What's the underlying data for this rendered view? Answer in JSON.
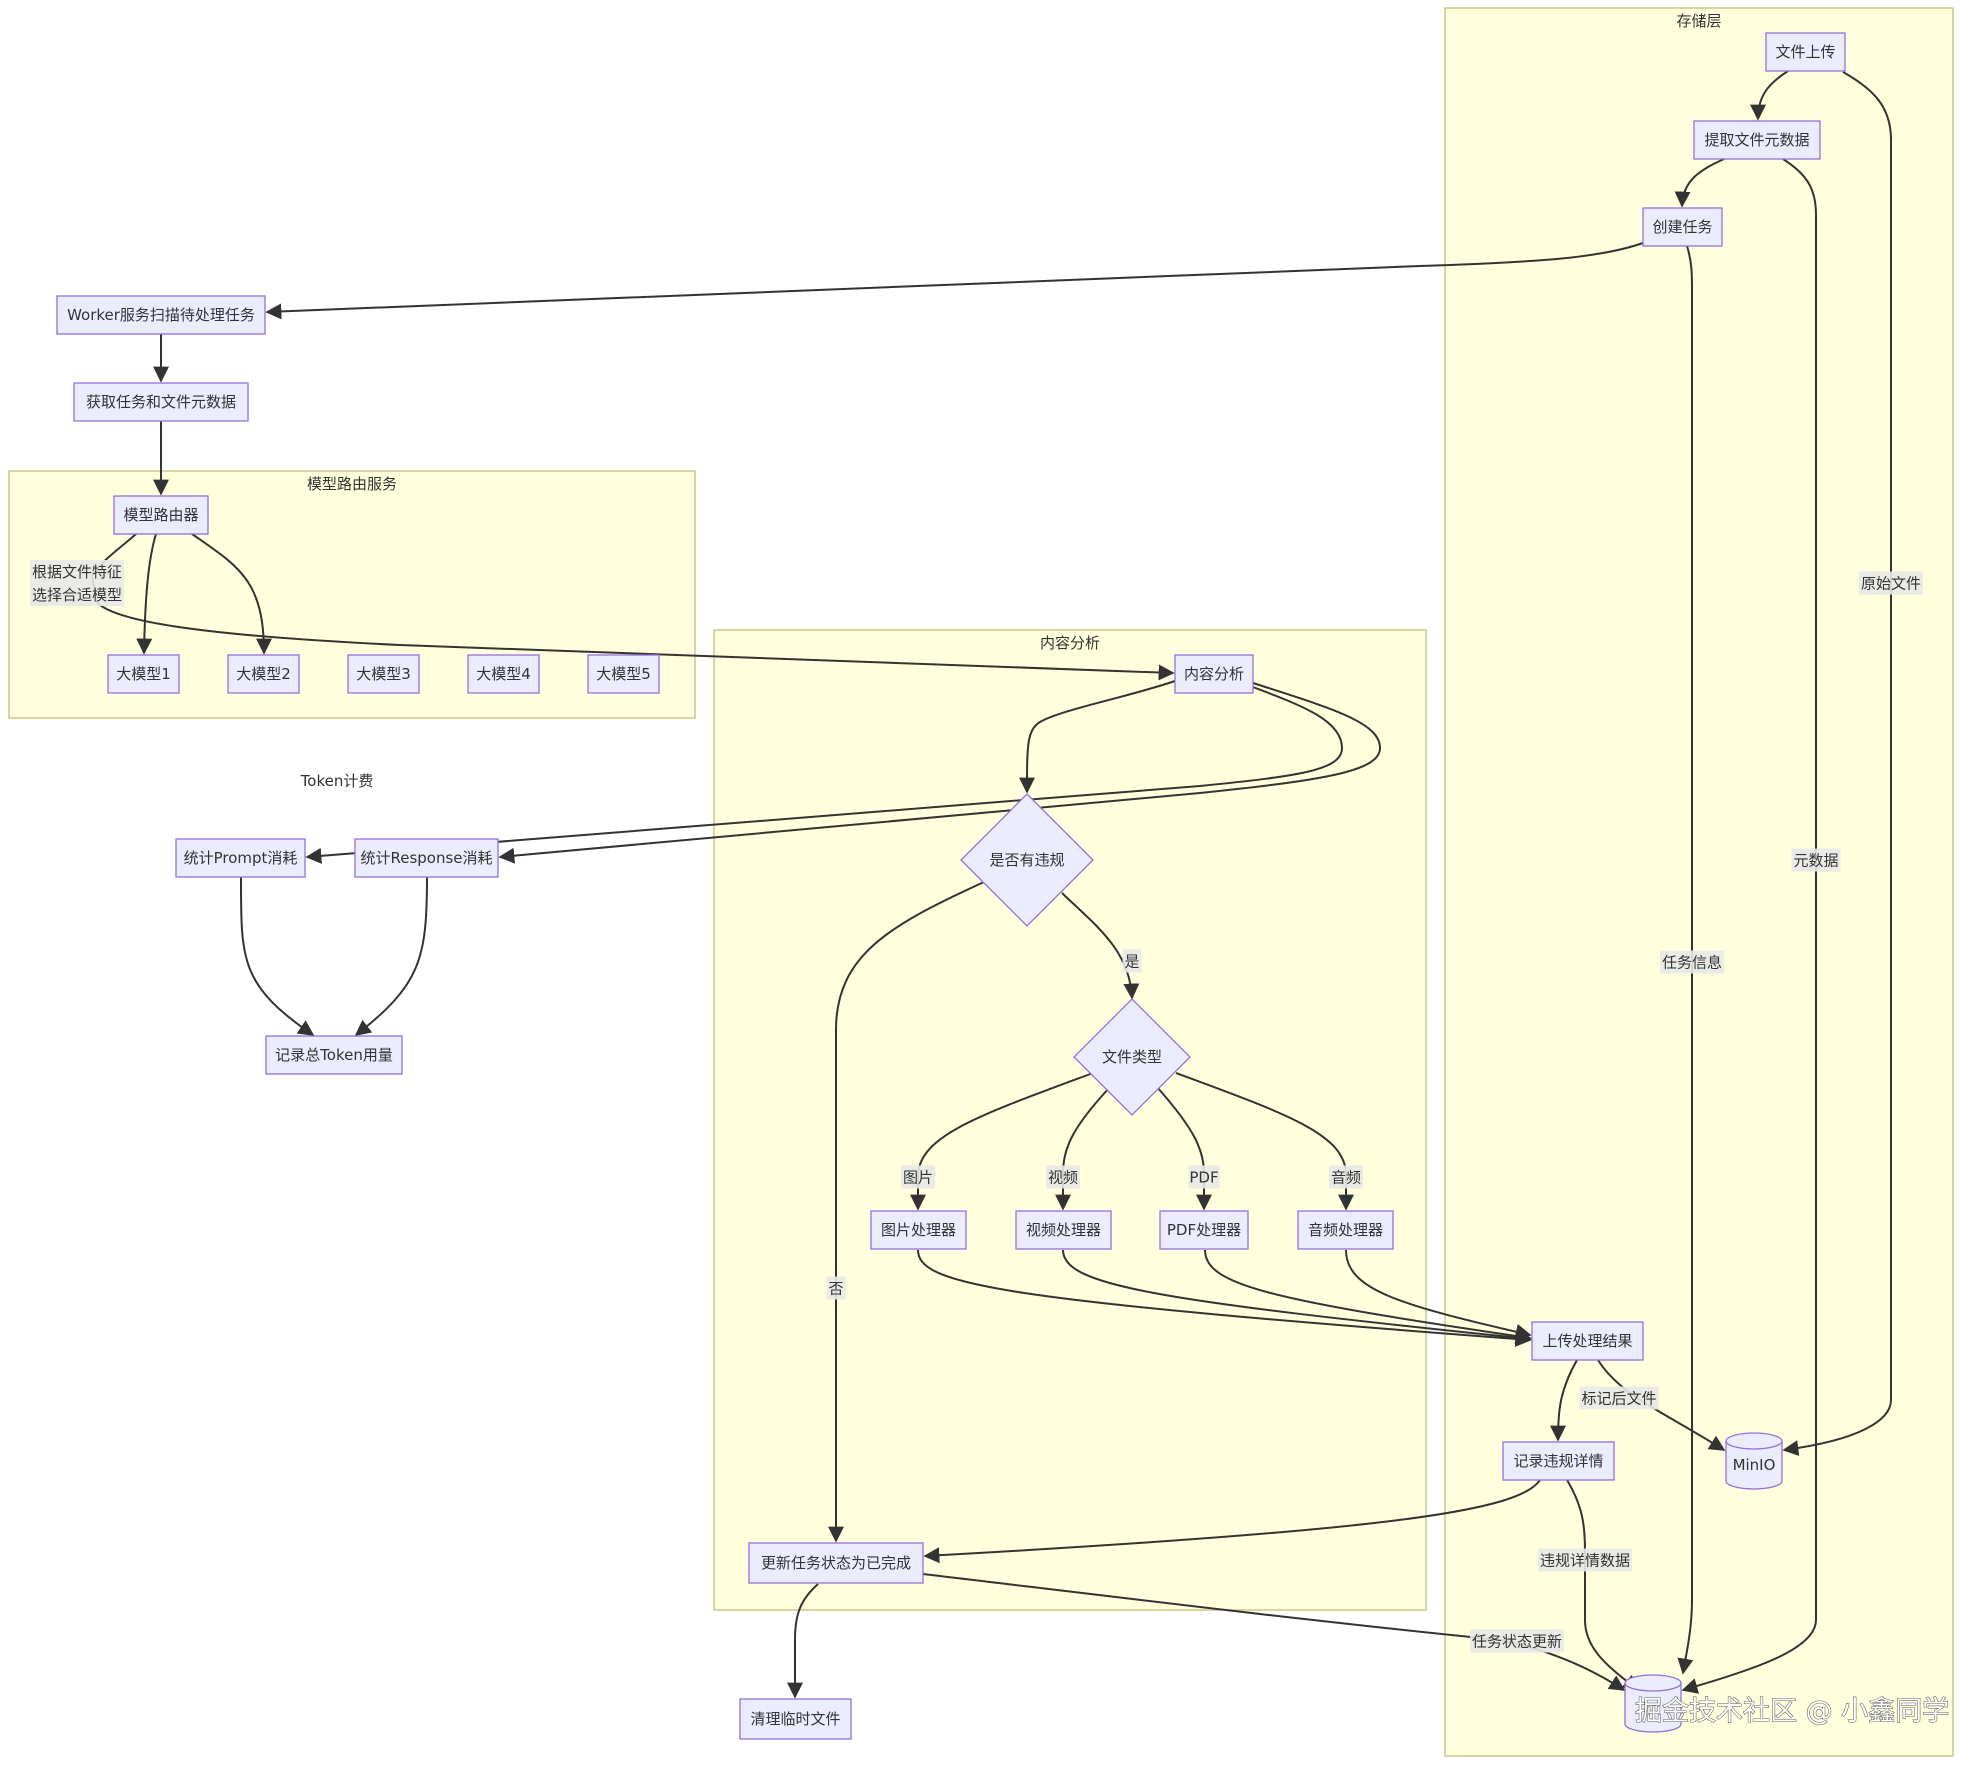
{
  "diagram": {
    "type": "flowchart",
    "groups": [
      {
        "id": "storage",
        "title": "存储层"
      },
      {
        "id": "router",
        "title": "模型路由服务"
      },
      {
        "id": "analysis",
        "title": "内容分析"
      },
      {
        "id": "token",
        "title": "Token计费"
      }
    ],
    "nodes": [
      {
        "id": "upload",
        "label": "文件上传",
        "shape": "rect",
        "group": "storage"
      },
      {
        "id": "extract_meta",
        "label": "提取文件元数据",
        "shape": "rect",
        "group": "storage"
      },
      {
        "id": "create_task",
        "label": "创建任务",
        "shape": "rect",
        "group": "storage"
      },
      {
        "id": "worker_scan",
        "label": "Worker服务扫描待处理任务",
        "shape": "rect",
        "group": null
      },
      {
        "id": "fetch_task",
        "label": "获取任务和文件元数据",
        "shape": "rect",
        "group": null
      },
      {
        "id": "model_router",
        "label": "模型路由器",
        "shape": "rect",
        "group": "router"
      },
      {
        "id": "llm1",
        "label": "大模型1",
        "shape": "rect",
        "group": "router"
      },
      {
        "id": "llm2",
        "label": "大模型2",
        "shape": "rect",
        "group": "router"
      },
      {
        "id": "llm3",
        "label": "大模型3",
        "shape": "rect",
        "group": "router"
      },
      {
        "id": "llm4",
        "label": "大模型4",
        "shape": "rect",
        "group": "router"
      },
      {
        "id": "llm5",
        "label": "大模型5",
        "shape": "rect",
        "group": "router"
      },
      {
        "id": "content_analysis",
        "label": "内容分析",
        "shape": "rect",
        "group": "analysis"
      },
      {
        "id": "has_violation",
        "label": "是否有违规",
        "shape": "diamond",
        "group": "analysis"
      },
      {
        "id": "file_type",
        "label": "文件类型",
        "shape": "diamond",
        "group": "analysis"
      },
      {
        "id": "image_proc",
        "label": "图片处理器",
        "shape": "rect",
        "group": "analysis"
      },
      {
        "id": "video_proc",
        "label": "视频处理器",
        "shape": "rect",
        "group": "analysis"
      },
      {
        "id": "pdf_proc",
        "label": "PDF处理器",
        "shape": "rect",
        "group": "analysis"
      },
      {
        "id": "audio_proc",
        "label": "音频处理器",
        "shape": "rect",
        "group": "analysis"
      },
      {
        "id": "update_status",
        "label": "更新任务状态为已完成",
        "shape": "rect",
        "group": "analysis"
      },
      {
        "id": "cleanup",
        "label": "清理临时文件",
        "shape": "rect",
        "group": null
      },
      {
        "id": "prompt_count",
        "label": "统计Prompt消耗",
        "shape": "rect",
        "group": "token"
      },
      {
        "id": "response_count",
        "label": "统计Response消耗",
        "shape": "rect",
        "group": "token"
      },
      {
        "id": "total_token",
        "label": "记录总Token用量",
        "shape": "rect",
        "group": "token"
      },
      {
        "id": "upload_result",
        "label": "上传处理结果",
        "shape": "rect",
        "group": "storage"
      },
      {
        "id": "record_violation",
        "label": "记录违规详情",
        "shape": "rect",
        "group": "storage"
      },
      {
        "id": "minio",
        "label": "MinIO",
        "shape": "cylinder",
        "group": "storage"
      },
      {
        "id": "db",
        "label": "",
        "shape": "cylinder",
        "group": "storage"
      }
    ],
    "edges": [
      {
        "from": "upload",
        "to": "extract_meta",
        "label": ""
      },
      {
        "from": "extract_meta",
        "to": "create_task",
        "label": ""
      },
      {
        "from": "upload",
        "to": "minio",
        "label": "原始文件"
      },
      {
        "from": "extract_meta",
        "to": "db",
        "label": "元数据"
      },
      {
        "from": "create_task",
        "to": "db",
        "label": "任务信息"
      },
      {
        "from": "create_task",
        "to": "worker_scan",
        "label": ""
      },
      {
        "from": "worker_scan",
        "to": "fetch_task",
        "label": ""
      },
      {
        "from": "fetch_task",
        "to": "model_router",
        "label": ""
      },
      {
        "from": "model_router",
        "to": "llm1",
        "label": ""
      },
      {
        "from": "model_router",
        "to": "llm2",
        "label": ""
      },
      {
        "from": "model_router",
        "to": "content_analysis",
        "label": "根据文件特征\n选择合适模型"
      },
      {
        "from": "content_analysis",
        "to": "has_violation",
        "label": ""
      },
      {
        "from": "content_analysis",
        "to": "prompt_count",
        "label": ""
      },
      {
        "from": "content_analysis",
        "to": "response_count",
        "label": ""
      },
      {
        "from": "prompt_count",
        "to": "total_token",
        "label": ""
      },
      {
        "from": "response_count",
        "to": "total_token",
        "label": ""
      },
      {
        "from": "has_violation",
        "to": "file_type",
        "label": "是"
      },
      {
        "from": "has_violation",
        "to": "update_status",
        "label": "否"
      },
      {
        "from": "file_type",
        "to": "image_proc",
        "label": "图片"
      },
      {
        "from": "file_type",
        "to": "video_proc",
        "label": "视频"
      },
      {
        "from": "file_type",
        "to": "pdf_proc",
        "label": "PDF"
      },
      {
        "from": "file_type",
        "to": "audio_proc",
        "label": "音频"
      },
      {
        "from": "image_proc",
        "to": "upload_result",
        "label": ""
      },
      {
        "from": "video_proc",
        "to": "upload_result",
        "label": ""
      },
      {
        "from": "pdf_proc",
        "to": "upload_result",
        "label": ""
      },
      {
        "from": "audio_proc",
        "to": "upload_result",
        "label": ""
      },
      {
        "from": "upload_result",
        "to": "record_violation",
        "label": ""
      },
      {
        "from": "upload_result",
        "to": "minio",
        "label": "标记后文件"
      },
      {
        "from": "record_violation",
        "to": "update_status",
        "label": ""
      },
      {
        "from": "record_violation",
        "to": "db",
        "label": "违规详情数据"
      },
      {
        "from": "update_status",
        "to": "db",
        "label": "任务状态更新"
      },
      {
        "from": "update_status",
        "to": "cleanup",
        "label": ""
      }
    ]
  },
  "watermark": "掘金技术社区 @ 小鑫同学",
  "colors": {
    "node_fill": "#ececff",
    "node_stroke": "#9370db",
    "group_fill": "#ffffde",
    "group_stroke": "#c9c98a",
    "edge": "#333333"
  }
}
